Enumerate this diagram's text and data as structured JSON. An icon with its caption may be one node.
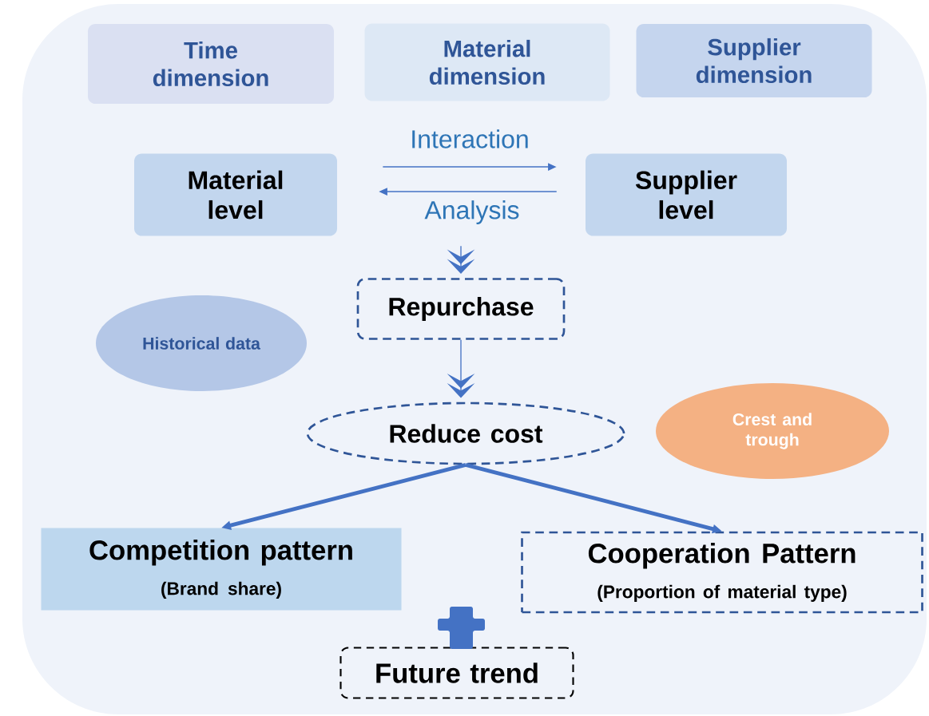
{
  "diagram": {
    "nodes": [
      {
        "text": [
          "Time dimension"
        ]
      },
      {
        "text": [
          "Material dimension"
        ]
      },
      {
        "text": [
          "Supplier dimension"
        ]
      },
      {
        "text": [
          "Material level"
        ]
      },
      {
        "text": [
          "Supplier level"
        ]
      },
      {
        "text": [
          "Repurchase"
        ]
      },
      {
        "text": [
          "Historical data"
        ]
      },
      {
        "text": [
          "Reduce cost"
        ]
      },
      {
        "text": [
          "Crest and trough"
        ]
      },
      {
        "text": [
          "Competition pattern",
          "(Brand share)"
        ]
      },
      {
        "text": [
          "Cooperation Pattern",
          "(Proportion of material type)"
        ]
      },
      {
        "text": [
          "Future trend"
        ]
      }
    ],
    "edges": [
      {
        "from": 3,
        "to": 4,
        "arrow": "to",
        "label": "Interaction"
      },
      {
        "from": 4,
        "to": 3,
        "arrow": "to",
        "label": "Analysis"
      },
      {
        "from": null,
        "to": 5,
        "arrow": "to"
      },
      {
        "from": 5,
        "to": 7,
        "arrow": "to"
      },
      {
        "from": 7,
        "to": 9,
        "arrow": "to",
        "style": "thick"
      },
      {
        "from": 7,
        "to": 10,
        "arrow": "to",
        "style": "thick"
      }
    ]
  }
}
